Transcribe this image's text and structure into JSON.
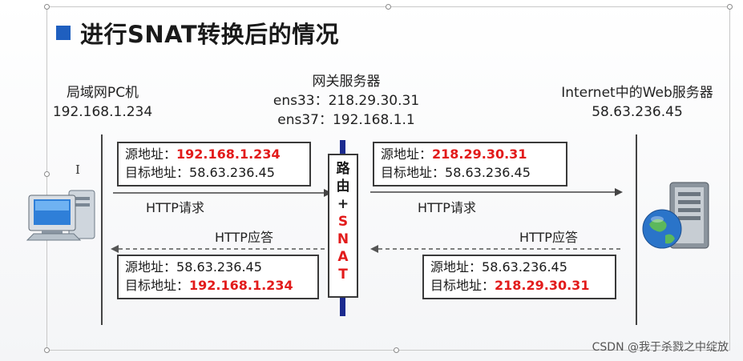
{
  "title": "进行SNAT转换后的情况",
  "nodes": {
    "lan_pc": {
      "name": "局域网PC机",
      "ip": "192.168.1.234"
    },
    "gateway": {
      "name": "网关服务器",
      "ens33": "ens33：218.29.30.31",
      "ens37": "ens37：192.168.1.1"
    },
    "web_server": {
      "name": "Internet中的Web服务器",
      "ip": "58.63.236.45"
    }
  },
  "boxes": {
    "left_request": {
      "src_label": "源地址：",
      "src_value": "192.168.1.234",
      "dst_label": "目标地址：",
      "dst_value": "58.63.236.45"
    },
    "right_request": {
      "src_label": "源地址：",
      "src_value": "218.29.30.31",
      "dst_label": "目标地址：",
      "dst_value": "58.63.236.45"
    },
    "left_response": {
      "src_label": "源地址：",
      "src_value": "58.63.236.45",
      "dst_label": "目标地址：",
      "dst_value": "192.168.1.234"
    },
    "right_response": {
      "src_label": "源地址：",
      "src_value": "58.63.236.45",
      "dst_label": "目标地址：",
      "dst_value": "218.29.30.31"
    }
  },
  "arrows": {
    "request_left": "HTTP请求",
    "request_right": "HTTP请求",
    "response_left": "HTTP应答",
    "response_right": "HTTP应答"
  },
  "router": {
    "line1": "路",
    "line2": "由",
    "plus": "+",
    "s": "S",
    "n": "N",
    "a": "A",
    "t": "T"
  },
  "footer": "CSDN @我于杀戮之中绽放",
  "colors": {
    "accent_blue": "#1f5fbf",
    "highlight_red": "#e21b1b",
    "gateway_bar": "#1b2a8f"
  }
}
